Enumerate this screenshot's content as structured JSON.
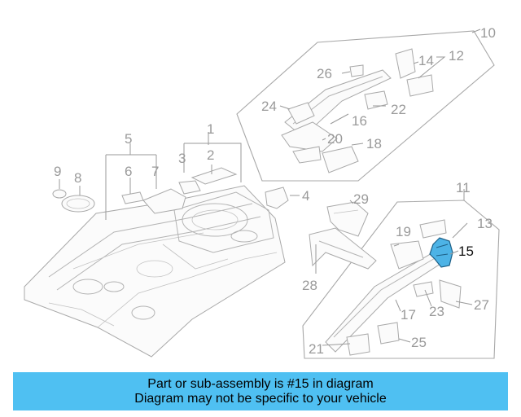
{
  "diagram": {
    "highlight_color": "#4db3e6",
    "label_color": "#9a9a9a",
    "highlight_part": "15",
    "part_labels": {
      "p1": "1",
      "p2": "2",
      "p3": "3",
      "p4": "4",
      "p5": "5",
      "p6": "6",
      "p7": "7",
      "p8": "8",
      "p9": "9",
      "p10": "10",
      "p11": "11",
      "p12": "12",
      "p13": "13",
      "p14": "14",
      "p15": "15",
      "p16": "16",
      "p17": "17",
      "p18": "18",
      "p19": "19",
      "p20": "20",
      "p21": "21",
      "p22": "22",
      "p23": "23",
      "p24": "24",
      "p25": "25",
      "p26": "26",
      "p27": "27",
      "p28": "28",
      "p29": "29"
    }
  },
  "caption": {
    "background": "#4fc0f2",
    "line1": "Part or sub-assembly is #15 in diagram",
    "line2": "Diagram may not be specific to your vehicle"
  }
}
